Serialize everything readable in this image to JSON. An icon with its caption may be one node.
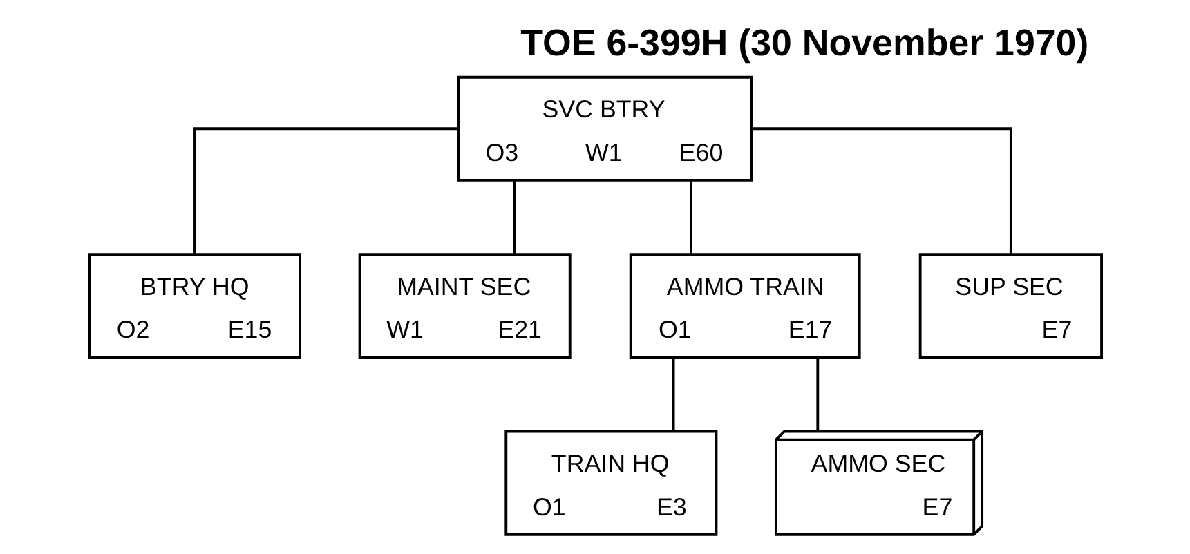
{
  "diagram": {
    "title": "TOE 6-399H (30 November 1970)",
    "nodes": [
      {
        "text": [
          "SVC BTRY",
          "O3",
          "W1",
          "E60"
        ]
      },
      {
        "text": [
          "BTRY HQ",
          "O2",
          "E15"
        ]
      },
      {
        "text": [
          "MAINT SEC",
          "W1",
          "E21"
        ]
      },
      {
        "text": [
          "AMMO TRAIN",
          "O1",
          "E17"
        ]
      },
      {
        "text": [
          "SUP SEC",
          "E7"
        ]
      },
      {
        "text": [
          "TRAIN HQ",
          "O1",
          "E3"
        ]
      },
      {
        "text": [
          "AMMO SEC",
          "E7"
        ]
      }
    ],
    "edges": [
      {
        "from": 0,
        "to": 1,
        "arrow": "none"
      },
      {
        "from": 0,
        "to": 2,
        "arrow": "none"
      },
      {
        "from": 0,
        "to": 3,
        "arrow": "none"
      },
      {
        "from": 0,
        "to": 4,
        "arrow": "none"
      },
      {
        "from": 3,
        "to": 5,
        "arrow": "none"
      },
      {
        "from": 3,
        "to": 6,
        "arrow": "none"
      }
    ]
  }
}
